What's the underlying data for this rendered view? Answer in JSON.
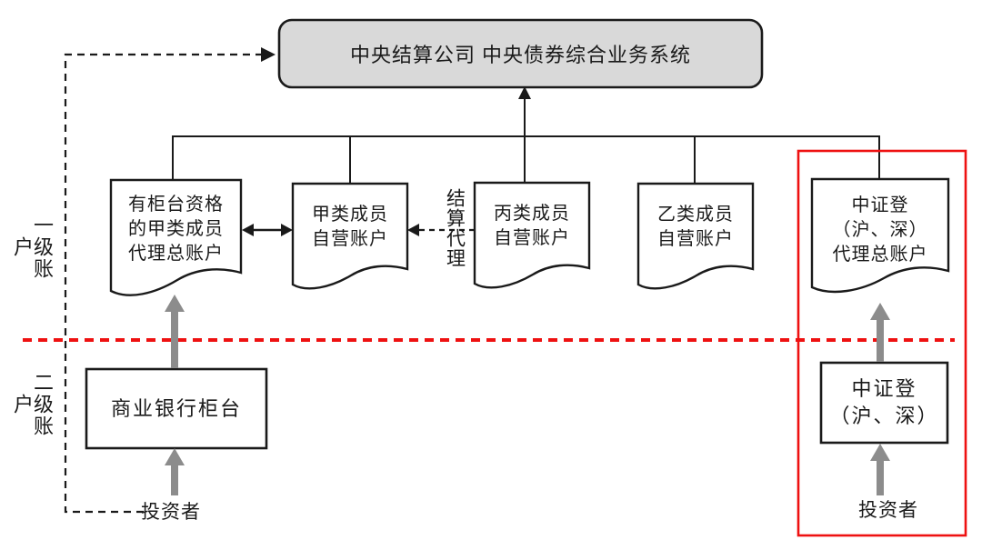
{
  "diagram": {
    "title_box": {
      "label": "中央结算公司 中央债券综合业务系统"
    },
    "tier_labels": {
      "tier1": "一级账户",
      "tier2": "二级账户"
    },
    "level1_accounts": [
      {
        "label": "有柜台资格\n的甲类成员\n代理总账户"
      },
      {
        "label": "甲类成员\n自营账户"
      },
      {
        "label": "丙类成员\n自营账户"
      },
      {
        "label": "乙类成员\n自营账户"
      },
      {
        "label": "中证登\n（沪、深）\n代理总账户"
      }
    ],
    "relation_labels": {
      "settlement_agency": "结算代理"
    },
    "level2_boxes": [
      {
        "label": "商业银行柜台"
      },
      {
        "label": "中证登\n（沪、深）"
      }
    ],
    "investors": {
      "left": "投资者",
      "right": "投资者"
    },
    "colors": {
      "red_accent": "#ee1111",
      "gray_fill": "#d9d9d9",
      "gray_arrow": "#8c8c8c",
      "line": "#1a1a1a"
    }
  }
}
